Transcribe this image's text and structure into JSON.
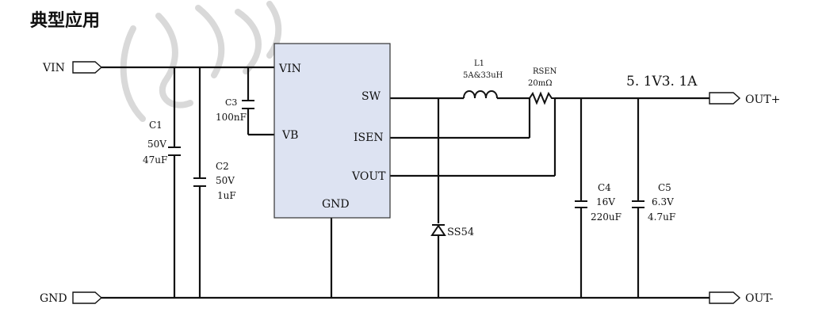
{
  "heading": "典型应用",
  "colors": {
    "wire": "#111111",
    "ic_fill": "#dde3f2",
    "ic_stroke": "#333333",
    "watermark": "#c9c9c9"
  },
  "ports": {
    "vin": "VIN",
    "gnd": "GND",
    "out_plus": "OUT+",
    "out_minus": "OUT-"
  },
  "ic": {
    "pins": {
      "vin": "VIN",
      "vb": "VB",
      "sw": "SW",
      "isen": "ISEN",
      "vout": "VOUT",
      "gnd": "GND"
    }
  },
  "components": {
    "c1": {
      "ref": "C1",
      "voltage": "50V",
      "value": "47uF"
    },
    "c2": {
      "ref": "C2",
      "voltage": "50V",
      "value": "1uF"
    },
    "c3": {
      "ref": "C3",
      "value": "100nF"
    },
    "l1": {
      "ref": "L1",
      "value": "5A&33uH"
    },
    "rsen": {
      "ref": "RSEN",
      "value": "20mΩ"
    },
    "diode": {
      "ref": "SS54"
    },
    "c4": {
      "ref": "C4",
      "voltage": "16V",
      "value": "220uF"
    },
    "c5": {
      "ref": "C5",
      "voltage": "6.3V",
      "value": "4.7uF"
    }
  },
  "output_spec": "5. 1V3. 1A"
}
